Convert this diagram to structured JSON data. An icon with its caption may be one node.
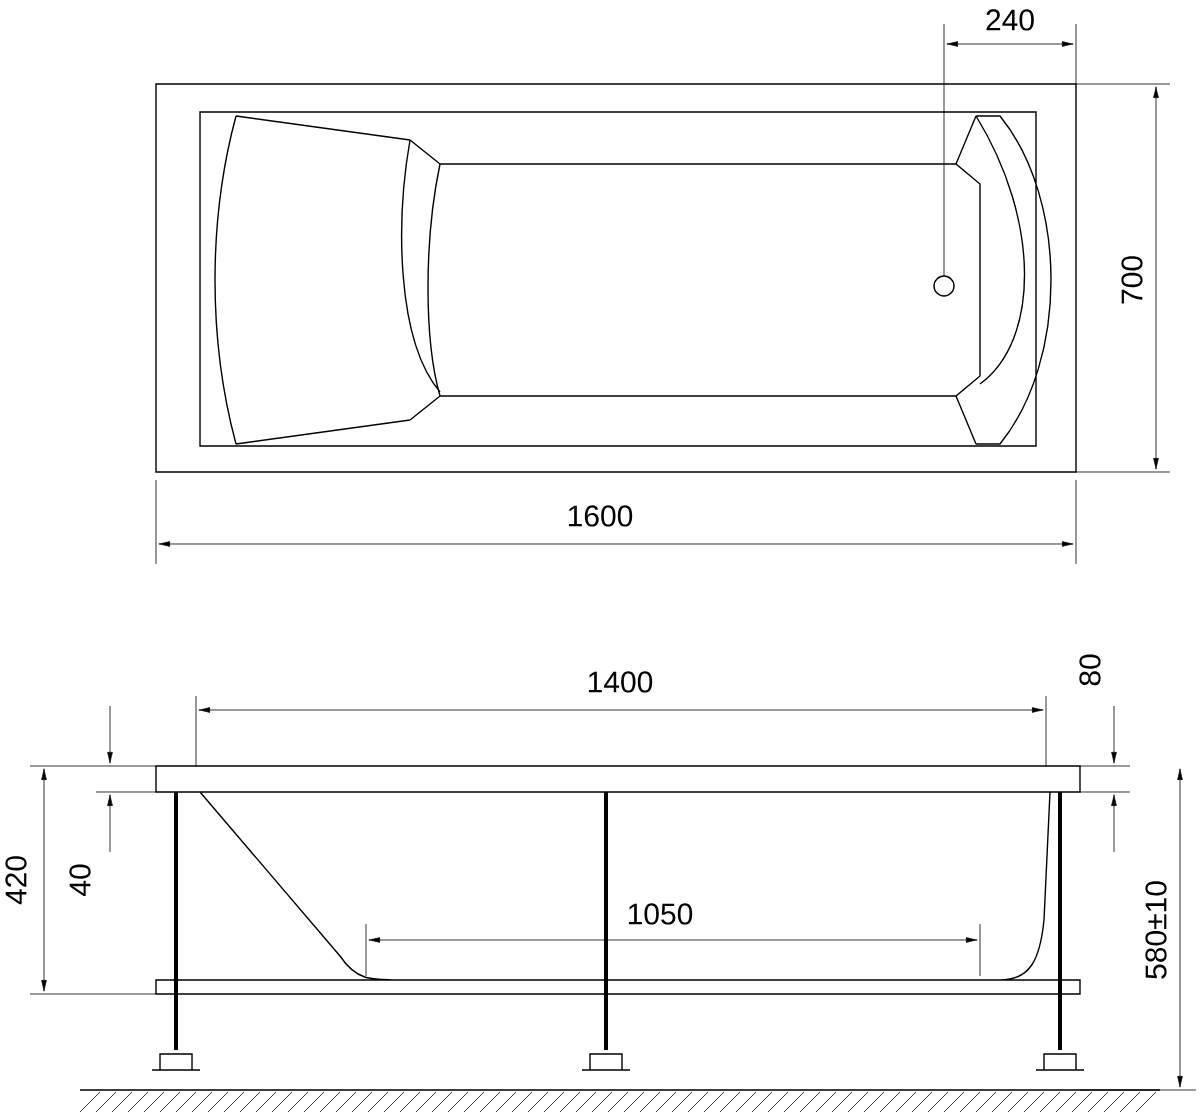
{
  "diagram": {
    "labels": [
      "240",
      "700",
      "1600",
      "1400",
      "80",
      "420",
      "40",
      "1050",
      "580±10"
    ]
  }
}
